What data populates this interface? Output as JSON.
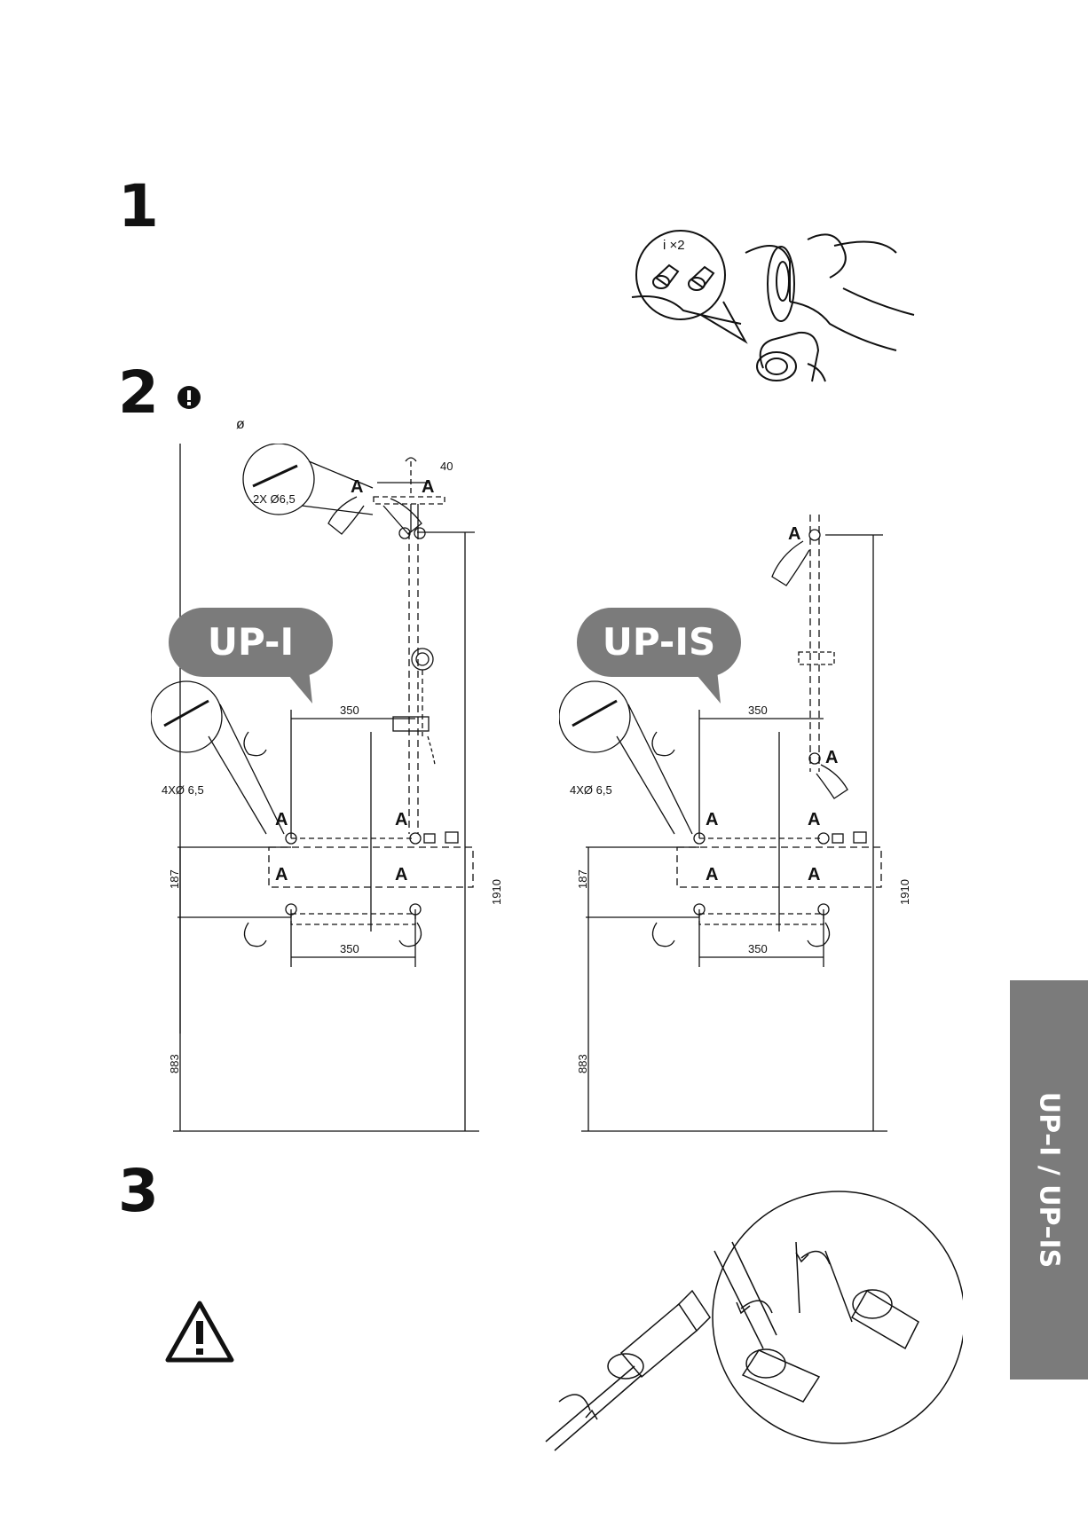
{
  "steps": {
    "step1": "1",
    "step2": "2",
    "step3": "3"
  },
  "diameter_symbol": "ø",
  "step1_callout": {
    "label": "i ×2"
  },
  "diagram_left": {
    "bubble": "UP-I",
    "drill_top": "2X Ø6,5",
    "drill_bottom": "4XØ  6,5",
    "dim_40": "40",
    "dim_350_top": "350",
    "dim_350_bottom": "350",
    "dim_187": "187",
    "dim_883": "883",
    "dim_1910": "1910",
    "marker": "A"
  },
  "diagram_right": {
    "bubble": "UP-IS",
    "drill_bottom": "4XØ  6,5",
    "dim_350_top": "350",
    "dim_350_bottom": "350",
    "dim_187": "187",
    "dim_883": "883",
    "dim_1910": "1910",
    "marker": "A"
  },
  "side_tab": {
    "label": "UP–I / UP–IS"
  },
  "icons": [
    "exclamation-icon",
    "warning-triangle-icon",
    "drill-bit-icon",
    "pointing-hand-icon",
    "rotate-arrow-icon"
  ]
}
